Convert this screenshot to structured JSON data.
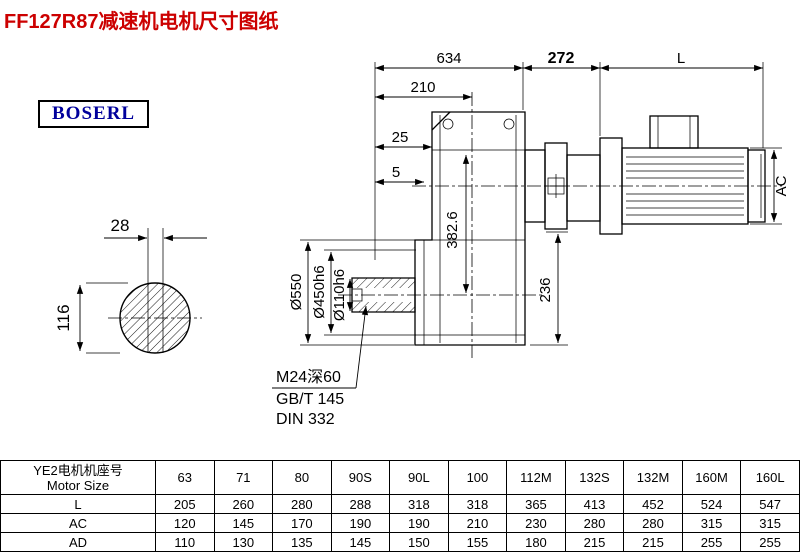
{
  "page": {
    "title": "FF127R87减速机电机尺寸图纸",
    "brand": "BOSERL"
  },
  "colors": {
    "title": "#cc0000",
    "brand": "#00009c",
    "line": "#000000",
    "background": "#ffffff"
  },
  "drawing": {
    "top_dims": {
      "d634": "634",
      "d272": "272",
      "dL": "L",
      "d210": "210",
      "d25": "25",
      "d5": "5"
    },
    "right_dim_ac": "AC",
    "shaft_view": {
      "d28": "28",
      "d116": "116"
    },
    "diameters": {
      "d550": "Ø550",
      "d450": "Ø450h6",
      "d110": "Ø110h6"
    },
    "vertical_dims": {
      "d382_6": "382.6",
      "d236": "236"
    },
    "notes": {
      "tap": "M24深60",
      "gb": "GB/T 145",
      "din": "DIN 332"
    }
  },
  "table": {
    "header": {
      "line1": "YE2电机机座号",
      "line2": "Motor Size"
    },
    "columns": [
      "63",
      "71",
      "80",
      "90S",
      "90L",
      "100",
      "112M",
      "132S",
      "132M",
      "160M",
      "160L"
    ],
    "rows": [
      {
        "label": "L",
        "values": [
          "205",
          "260",
          "280",
          "288",
          "318",
          "318",
          "365",
          "413",
          "452",
          "524",
          "547"
        ]
      },
      {
        "label": "AC",
        "values": [
          "120",
          "145",
          "170",
          "190",
          "190",
          "210",
          "230",
          "280",
          "280",
          "315",
          "315"
        ]
      },
      {
        "label": "AD",
        "values": [
          "110",
          "130",
          "135",
          "145",
          "150",
          "155",
          "180",
          "215",
          "215",
          "255",
          "255"
        ]
      }
    ]
  }
}
